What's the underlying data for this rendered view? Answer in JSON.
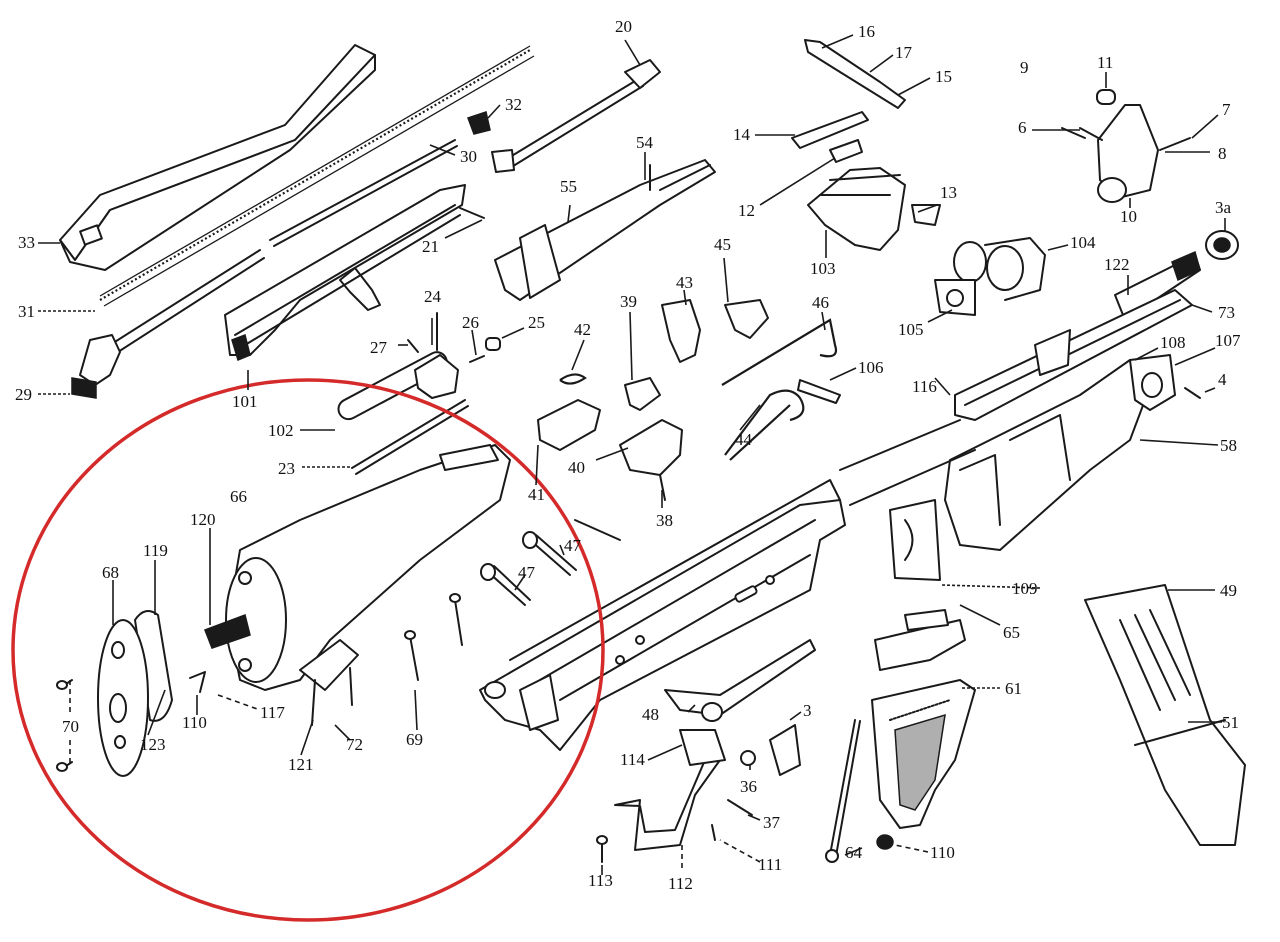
{
  "labels": {
    "p1": "20",
    "p2": "16",
    "p3": "17",
    "p4": "15",
    "p5": "9",
    "p6": "11",
    "p7": "7",
    "p8": "6",
    "p9": "8",
    "p10": "10",
    "p11": "32",
    "p12": "30",
    "p13": "33",
    "p14": "31",
    "p15": "29",
    "p16": "21",
    "p17": "54",
    "p18": "55",
    "p19": "14",
    "p20": "12",
    "p21": "13",
    "p22": "103",
    "p23": "3a",
    "p24": "104",
    "p25": "105",
    "p26": "122",
    "p27": "73",
    "p28": "24",
    "p29": "26",
    "p30": "25",
    "p31": "27",
    "p32": "101",
    "p33": "102",
    "p34": "23",
    "p35": "42",
    "p36": "39",
    "p37": "43",
    "p38": "45",
    "p39": "46",
    "p40": "106",
    "p41": "44",
    "p42": "40",
    "p43": "41",
    "p44": "38",
    "p45": "116",
    "p46": "108",
    "p47": "107",
    "p48": "4",
    "p49": "58",
    "p50": "66",
    "p51": "120",
    "p52": "119",
    "p53": "68",
    "p54": "47",
    "p55": "47",
    "p56": "109",
    "p57": "49",
    "p58": "65",
    "p59": "61",
    "p60": "51",
    "p61": "70",
    "p62": "123",
    "p63": "110",
    "p64": "117",
    "p65": "121",
    "p66": "72",
    "p67": "69",
    "p68": "48",
    "p69": "3",
    "p70": "114",
    "p71": "36",
    "p72": "37",
    "p73": "113",
    "p74": "112",
    "p75": "111",
    "p76": "64",
    "p77": "110"
  },
  "colors": {
    "highlight_circle": "#d42a2a",
    "line_art": "#1a1a1a",
    "background": "#ffffff"
  }
}
